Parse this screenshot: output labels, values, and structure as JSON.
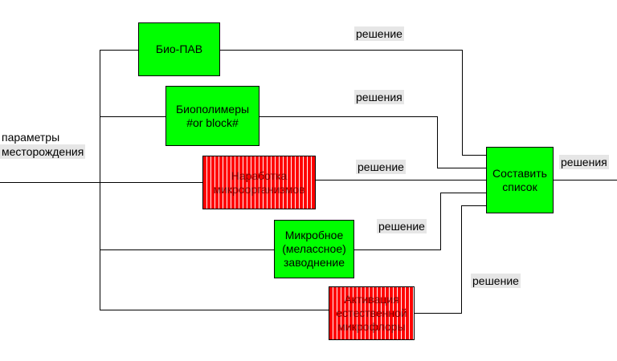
{
  "input_label": {
    "line1": "параметры",
    "line2": "месторождения"
  },
  "blocks": {
    "bio_pav": "Био-ПАВ",
    "biopolymers": "Биополимеры\n#or block#",
    "accumulation": "Наработка\nмикроорганизмов",
    "microbial_flooding": "Микробное\n(мелассное)\nзаводнение",
    "activation": "Активация\nестественной\nмикрофлоры",
    "compile_list": "Составить\nсписок"
  },
  "edge_labels": {
    "bio_pav": "решение",
    "biopolymers": "решения",
    "accumulation": "решение",
    "microbial_flooding": "решение",
    "activation": "решение",
    "output": "решения"
  },
  "colors": {
    "enabled": "#00ff00",
    "disabled": "#ff0000",
    "label_bg": "#e6e6e6"
  }
}
